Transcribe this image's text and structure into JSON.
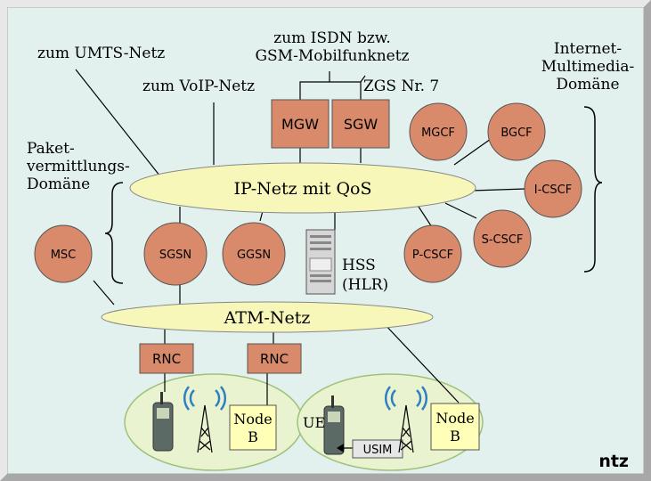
{
  "colors": {
    "background": "#e2f0ee",
    "frame": "#c8c8c8",
    "node_fill": "#d98a6b",
    "ellipse_fill": "#f7f7b9",
    "cell_fill": "#e9f3cf",
    "box_fill": "#ffffb8"
  },
  "labels": {
    "umts": "zum UMTS-Netz",
    "isdn_line1": "zum ISDN bzw.",
    "isdn_line2": "GSM-Mobilfunknetz",
    "voip": "zum VoIP-Netz",
    "zgs": "ZGS Nr. 7",
    "imm_line1": "Internet-",
    "imm_line2": "Multimedia-",
    "imm_line3": "Domäne",
    "pkt_line1": "Paket-",
    "pkt_line2": "vermittlungs-",
    "pkt_line3": "Domäne"
  },
  "networks": {
    "ip": "IP-Netz mit QoS",
    "atm": "ATM-Netz"
  },
  "boxes": {
    "mgw": "MGW",
    "sgw": "SGW",
    "rnc1": "RNC",
    "rnc2": "RNC"
  },
  "circles": {
    "mgcf": "MGCF",
    "bgcf": "BGCF",
    "icscf": "I-CSCF",
    "scscf": "S-CSCF",
    "pcscf": "P-CSCF",
    "msc": "MSC",
    "sgsn": "SGSN",
    "ggsn": "GGSN"
  },
  "hss": {
    "line1": "HSS",
    "line2": "(HLR)"
  },
  "cells": {
    "nodeb1_line1": "Node",
    "nodeb1_line2": "B",
    "nodeb2_line1": "Node",
    "nodeb2_line2": "B",
    "ue": "UE",
    "usim": "USIM"
  },
  "icons": [
    "mobile-phone-icon",
    "antenna-tower-icon",
    "server-icon"
  ],
  "logo": "ntz"
}
